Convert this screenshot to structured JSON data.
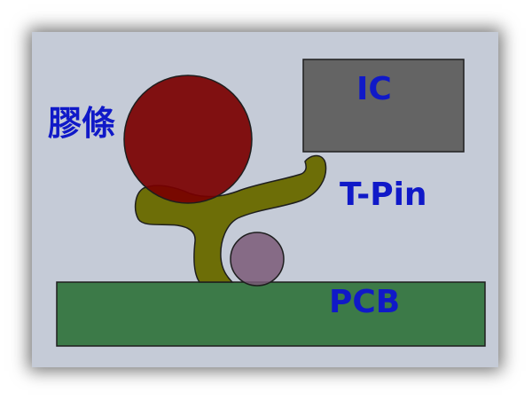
{
  "labels": {
    "ic": "IC",
    "tpin": "T-Pin",
    "pcb": "PCB",
    "glue": "膠條"
  },
  "colors": {
    "background": "#c5cbd7",
    "ic": "#646464",
    "pcb": "#3c7a48",
    "glue": "#7a0000",
    "tpin": "#6a6a00",
    "solder": "#7a5a78",
    "label": "#1019c8"
  }
}
